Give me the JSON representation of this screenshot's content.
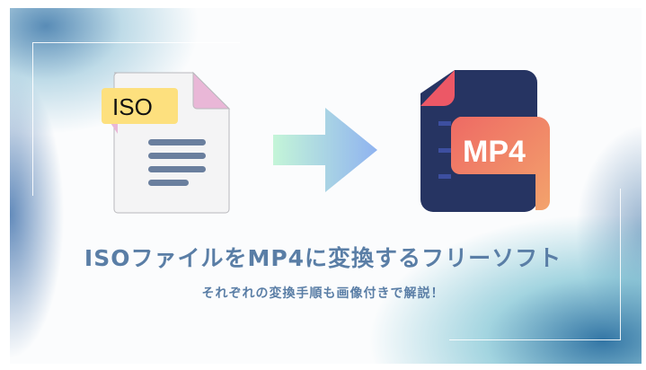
{
  "iso_icon": {
    "label": "ISO"
  },
  "mp4_icon": {
    "label": "MP4"
  },
  "title": "ISOファイルをMP4に変換するフリーソフト",
  "subtitle": "それぞれの変換手順も画像付きで解説！",
  "colors": {
    "text": "#5a7ea6",
    "iso_label": "#fde07e",
    "mp4_doc": "#263462",
    "mp4_label": "#f0806a"
  }
}
